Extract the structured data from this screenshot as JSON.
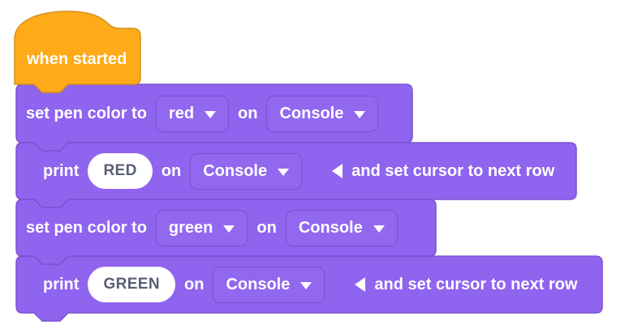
{
  "colors": {
    "block_fill": "#8F64EF",
    "block_border": "#7B52D2",
    "hat_fill": "#FFAB19",
    "hat_border": "#D6901B",
    "label_text": "#FFFFFF",
    "input_fill": "#FFFFFF",
    "input_text": "#575E75",
    "canvas_background": "#FFFFFF"
  },
  "icons": {
    "dropdown_arrow": "triangle-down",
    "collapse_marker": "triangle-left"
  },
  "hat": {
    "label": "when started"
  },
  "blocks": {
    "set_pen_red": {
      "label_set": "set pen color to",
      "color_value": "red",
      "label_on": "on",
      "device": "Console"
    },
    "print_red": {
      "label_print": "print",
      "value": "RED",
      "label_on": "on",
      "device": "Console",
      "label_suffix": "and set cursor to next row"
    },
    "set_pen_green": {
      "label_set": "set pen color to",
      "color_value": "green",
      "label_on": "on",
      "device": "Console"
    },
    "print_green": {
      "label_print": "print",
      "value": "GREEN",
      "label_on": "on",
      "device": "Console",
      "label_suffix": "and set cursor to next row"
    }
  }
}
